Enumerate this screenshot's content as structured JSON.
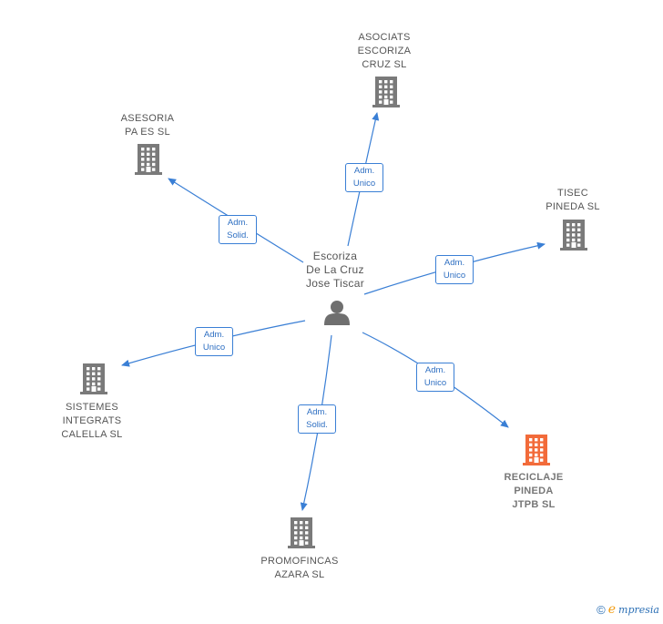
{
  "center": {
    "name": "Escoriza\nDe La Cruz\nJose Tiscar"
  },
  "companies": [
    {
      "id": "asociats",
      "name": "ASOCIATS\nESCORIZA\nCRUZ  SL",
      "highlight": false
    },
    {
      "id": "asesoria",
      "name": "ASESORIA\nPA ES SL",
      "highlight": false
    },
    {
      "id": "tisec",
      "name": "TISEC\nPINEDA  SL",
      "highlight": false
    },
    {
      "id": "sistemes",
      "name": "SISTEMES\nINTEGRATS\nCALELLA SL",
      "highlight": false
    },
    {
      "id": "reciclaje",
      "name": "RECICLAJE\nPINEDA\nJTPB  SL",
      "highlight": true
    },
    {
      "id": "promofincas",
      "name": "PROMOFINCAS\nAZARA  SL",
      "highlight": false
    }
  ],
  "relations": [
    {
      "target": "asociats",
      "label": "Adm.\nUnico"
    },
    {
      "target": "asesoria",
      "label": "Adm.\nSolid."
    },
    {
      "target": "tisec",
      "label": "Adm.\nUnico"
    },
    {
      "target": "sistemes",
      "label": "Adm.\nUnico"
    },
    {
      "target": "reciclaje",
      "label": "Adm.\nUnico"
    },
    {
      "target": "promofincas",
      "label": "Adm.\nSolid."
    }
  ],
  "colors": {
    "edge": "#3a7fd5",
    "building": "#7a7a7a",
    "highlight": "#f26b3a",
    "person": "#6f6f6f"
  },
  "brand": {
    "copyright": "©",
    "e": "e",
    "rest": "mpresia"
  }
}
